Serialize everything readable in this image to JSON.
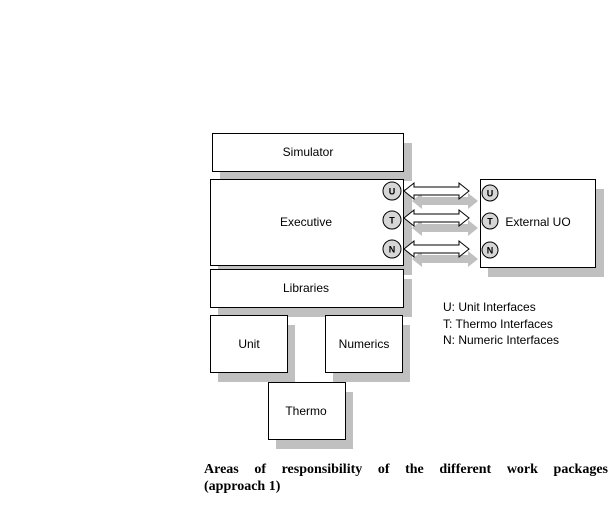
{
  "boxes": {
    "simulator": "Simulator",
    "executive": "Executive",
    "libraries": "Libraries",
    "unit": "Unit",
    "numerics": "Numerics",
    "thermo": "Thermo",
    "external_uo": "External UO"
  },
  "interfaces": {
    "u": "U",
    "t": "T",
    "n": "N"
  },
  "legend": {
    "u": "U: Unit Interfaces",
    "t": "T: Thermo Interfaces",
    "n": "N: Numeric Interfaces"
  },
  "caption": {
    "words": [
      "Areas",
      "of",
      "responsibility",
      "of",
      "the",
      "different",
      "work",
      "packages"
    ],
    "line2": "(approach 1)"
  },
  "colors": {
    "shadow": "#c0c0c0",
    "box_border": "#000000",
    "circle_fill": "#d6d6d6",
    "arrow_fill": "#ffffff"
  }
}
